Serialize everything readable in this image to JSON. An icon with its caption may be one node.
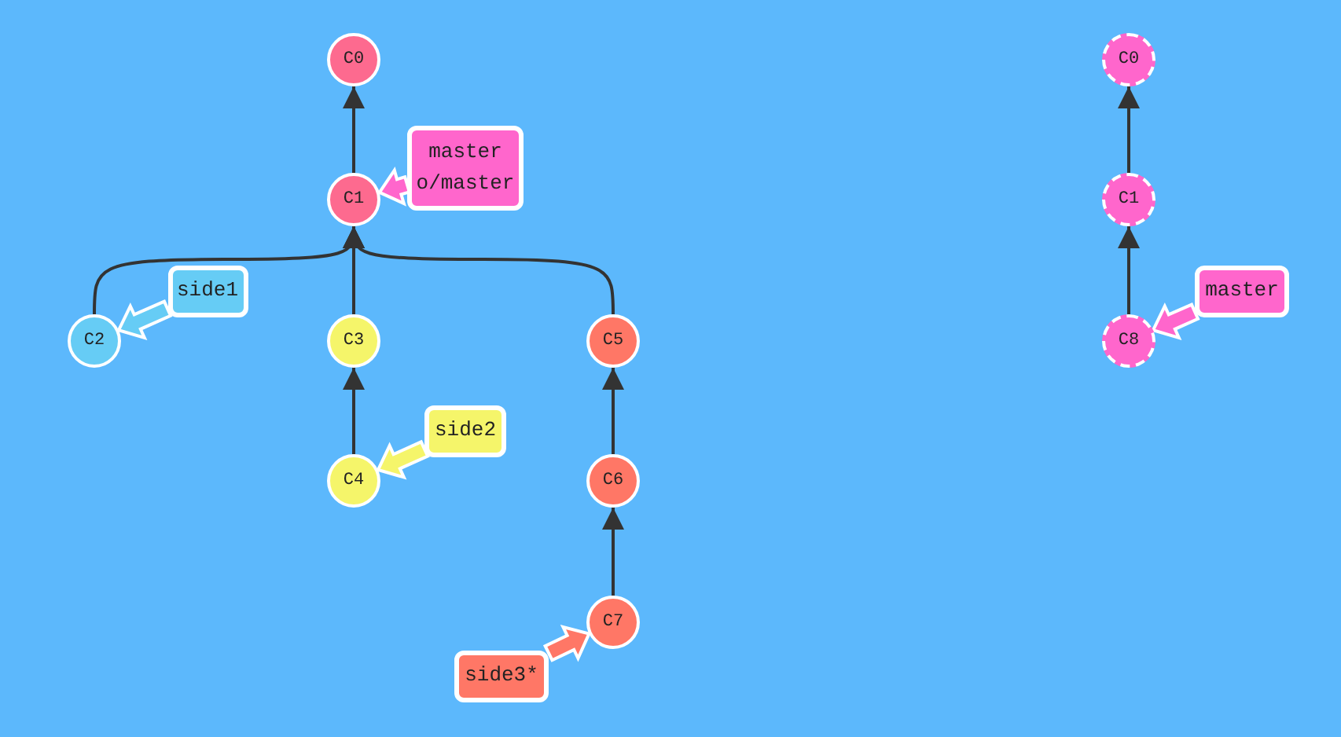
{
  "diagram": {
    "nodes": [
      {
        "text": [
          "C0"
        ]
      },
      {
        "text": [
          "C1"
        ]
      },
      {
        "text": [
          "master",
          "o/master"
        ]
      },
      {
        "text": [
          "C2"
        ]
      },
      {
        "text": [
          "side1"
        ]
      },
      {
        "text": [
          "C3"
        ]
      },
      {
        "text": [
          "C5"
        ]
      },
      {
        "text": [
          "C4"
        ]
      },
      {
        "text": [
          "side2"
        ]
      },
      {
        "text": [
          "C6"
        ]
      },
      {
        "text": [
          "C7"
        ]
      },
      {
        "text": [
          "side3*"
        ]
      },
      {
        "text": [
          "C0"
        ]
      },
      {
        "text": [
          "C1"
        ]
      },
      {
        "text": [
          "C8"
        ]
      },
      {
        "text": [
          "master"
        ]
      }
    ],
    "edges": [
      {
        "from": 1,
        "to": 0,
        "arrow": "to"
      },
      {
        "from": 3,
        "to": 1,
        "arrow": "to"
      },
      {
        "from": 5,
        "to": 1,
        "arrow": "to"
      },
      {
        "from": 6,
        "to": 1,
        "arrow": "to"
      },
      {
        "from": 7,
        "to": 5,
        "arrow": "to"
      },
      {
        "from": 9,
        "to": 6,
        "arrow": "to"
      },
      {
        "from": 10,
        "to": 9,
        "arrow": "to"
      },
      {
        "from": 13,
        "to": 12,
        "arrow": "to"
      },
      {
        "from": 14,
        "to": 13,
        "arrow": "to"
      },
      {
        "from": 2,
        "to": 1,
        "arrow": "to",
        "style": "thick",
        "color": "#ff66cc"
      },
      {
        "from": 4,
        "to": 3,
        "arrow": "to",
        "style": "thick",
        "color": "#66ccf5"
      },
      {
        "from": 8,
        "to": 7,
        "arrow": "to",
        "style": "thick",
        "color": "#f5f56a"
      },
      {
        "from": 11,
        "to": 10,
        "arrow": "to",
        "style": "thick",
        "color": "#ff7766"
      },
      {
        "from": 15,
        "to": 14,
        "arrow": "to",
        "style": "thick",
        "color": "#ff66cc"
      }
    ]
  }
}
